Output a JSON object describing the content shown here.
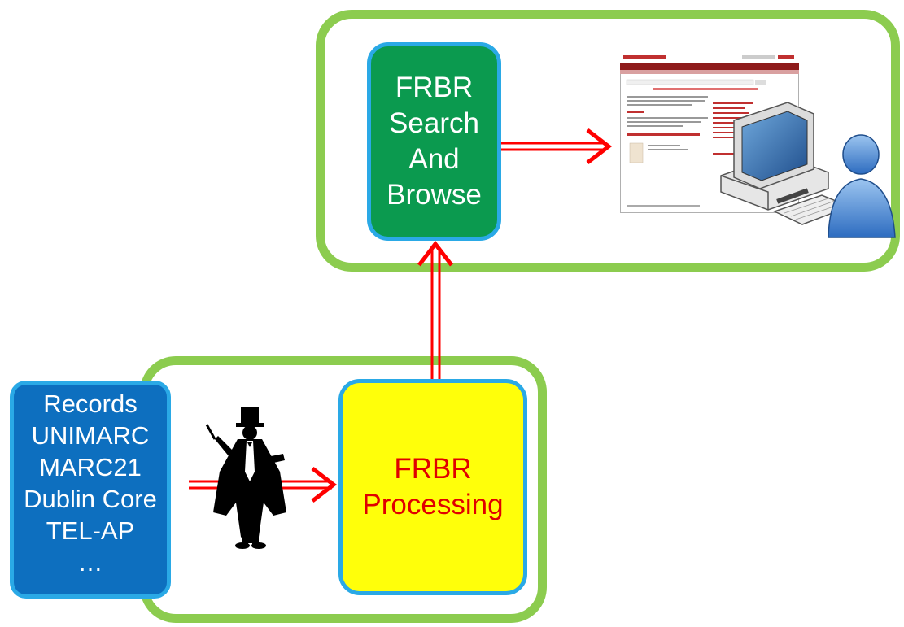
{
  "search_box": {
    "lines": [
      "FRBR",
      "Search",
      "And",
      "Browse"
    ]
  },
  "processing_box": {
    "lines": [
      "FRBR",
      "Processing"
    ]
  },
  "records_box": {
    "lines": [
      "Records",
      "UNIMARC",
      "MARC21",
      "Dublin Core",
      "TEL-AP",
      "…"
    ]
  },
  "icons": {
    "magician": "magician-silhouette-icon",
    "web_page": "web-page-screenshot",
    "computer": "computer-workstation-icon",
    "user": "user-icon"
  },
  "colors": {
    "group_frame": "#8ccc4f",
    "box_border": "#2aa9e6",
    "search_fill": "#0b9a4f",
    "processing_fill": "#ffff0a",
    "processing_text": "#e00000",
    "records_fill": "#0d6fbf",
    "arrow": "#ff0000"
  }
}
